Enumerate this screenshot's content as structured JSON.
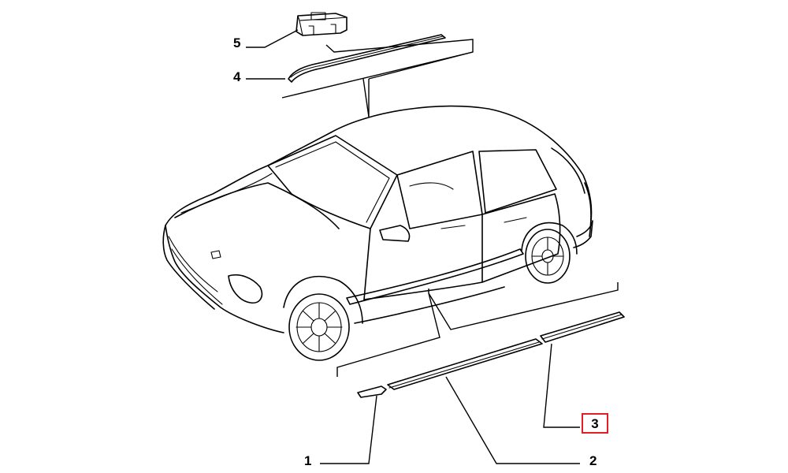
{
  "diagram": {
    "callouts": [
      {
        "id": "1",
        "label": "1",
        "highlighted": false
      },
      {
        "id": "2",
        "label": "2",
        "highlighted": false
      },
      {
        "id": "3",
        "label": "3",
        "highlighted": true
      },
      {
        "id": "4",
        "label": "4",
        "highlighted": false
      },
      {
        "id": "5",
        "label": "5",
        "highlighted": false
      }
    ],
    "highlight_color": "#e02020"
  }
}
